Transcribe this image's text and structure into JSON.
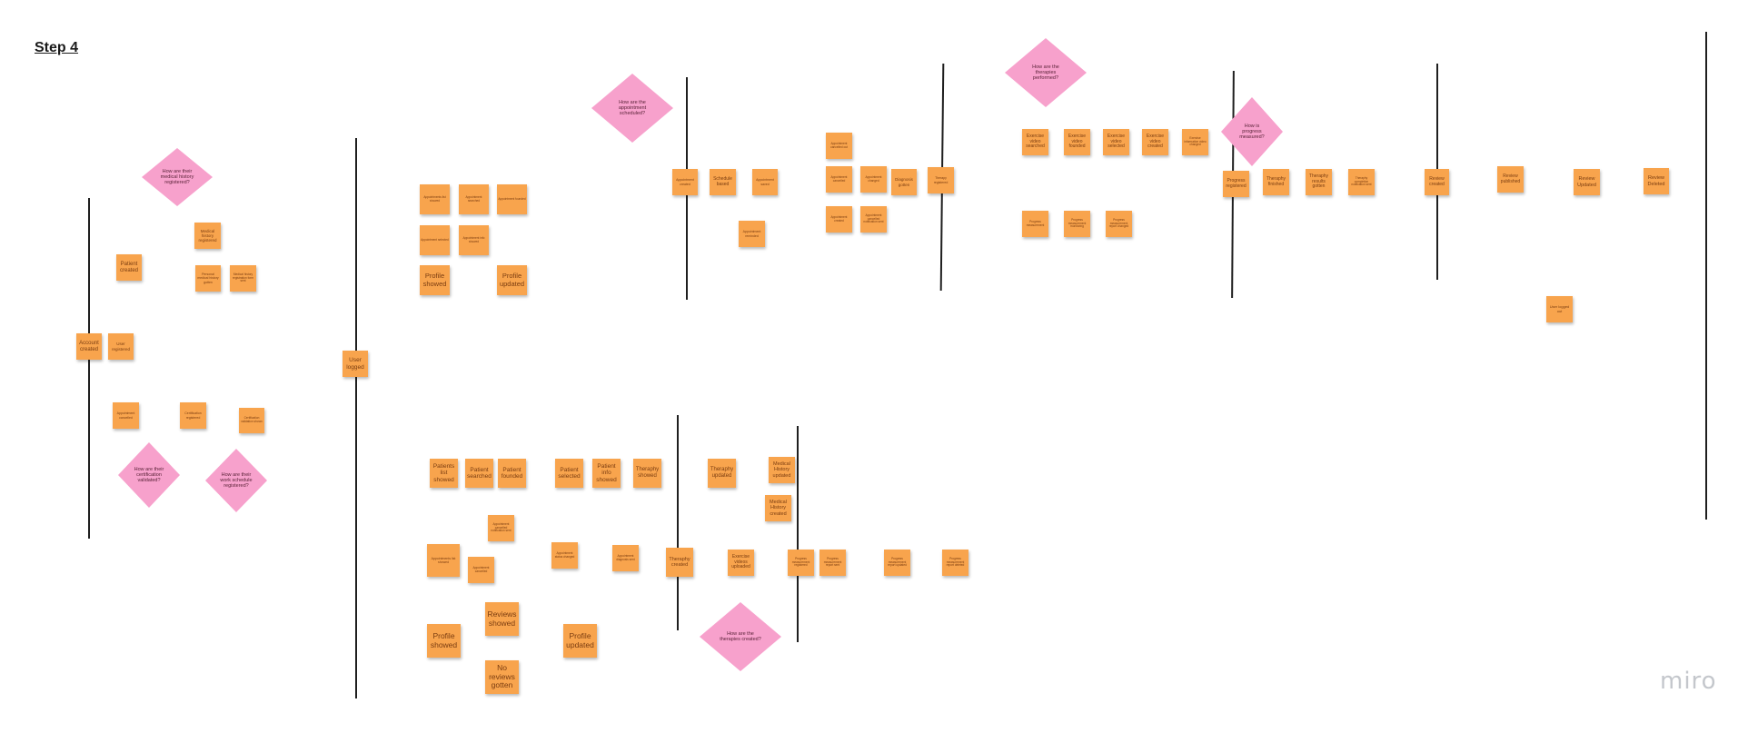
{
  "board": {
    "title": "Step 4",
    "logo": "miro",
    "colors": {
      "sticky": "#f8a44d",
      "decision": "#f7a1cc",
      "line": "#1f1f1f"
    }
  },
  "decisions": [
    "How are their medical history registered?",
    "How are their certification validated?",
    "How are their work schedule registered?",
    "How are the appointment scheduled?",
    "How are the therapies performed?",
    "How is progress measured?",
    "How are the therapies created?"
  ],
  "stickies": {
    "a1": "Account created",
    "a2": "User registered",
    "a3": "Patient created",
    "a4": "Medical history registered",
    "a5": "Personal medical history gotten",
    "a6": "Medical history registration form sent",
    "a7": "Appointment cancelled",
    "a8": "Certification registered",
    "a9": "Certification validation shown",
    "b1": "User logged",
    "c1": "Appointments list showed",
    "c2": "Appointment searched",
    "c3": "Appointment founded",
    "c4": "Appointment selected",
    "c5": "Appointment info showed",
    "c6": "Profile showed",
    "c7": "Profile updated",
    "d1": "Appointment created",
    "d2": "Schedule based",
    "d3": "Appointment saved",
    "d4": "Appointment reminded",
    "d5": "Appointment cancelled out",
    "d6": "Appointment cancelled",
    "d7": "Appointment changed",
    "d8": "Diagnosis gotten",
    "d9": "Therapy registered",
    "d10": "Appointment created",
    "d11": "Appointment cancelled notification sent",
    "e1": "Exercise video searched",
    "e2": "Exercise video founded",
    "e3": "Exercise video selected",
    "e4": "Exercise video created",
    "e5": "Exercise information video changed",
    "e6": "Progress measurement",
    "e7": "Progress measurement monitoring",
    "e8": "Progress measurement report changed",
    "f1": "Progress registered",
    "f2": "Theraphy finished",
    "f3": "Theraphy results gotten",
    "f4": "Theraphy completion notification sent",
    "g1": "Review created",
    "g2": "Review published",
    "g3": "Review Updated",
    "g4": "Review Deleted",
    "g5": "User logged out",
    "h1": "Patients list showed",
    "h2": "Patient searched",
    "h3": "Patient founded",
    "h4": "Patient selected",
    "h5": "Patient info showed",
    "h6": "Theraphy showed",
    "h7": "Theraphy updated",
    "h8": "Medical History updated",
    "h9": "Medical History created",
    "i1": "Appointment cancelled notification sent",
    "i2": "Appointments list showed",
    "i3": "Appointment cancelled",
    "i4": "Appointment status changed",
    "i5": "Appointment diagnosis sent",
    "i6": "Theraphy created",
    "i7": "Exercise videos uploaded",
    "i8": "Progress measurement registered",
    "i9": "Progress measurement report sent",
    "i10": "Progress measurement report updated",
    "i11": "Progress measurement report deleted",
    "j1": "Profile showed",
    "j2": "Reviews showed",
    "j3": "No reviews gotten",
    "j4": "Profile updated"
  }
}
